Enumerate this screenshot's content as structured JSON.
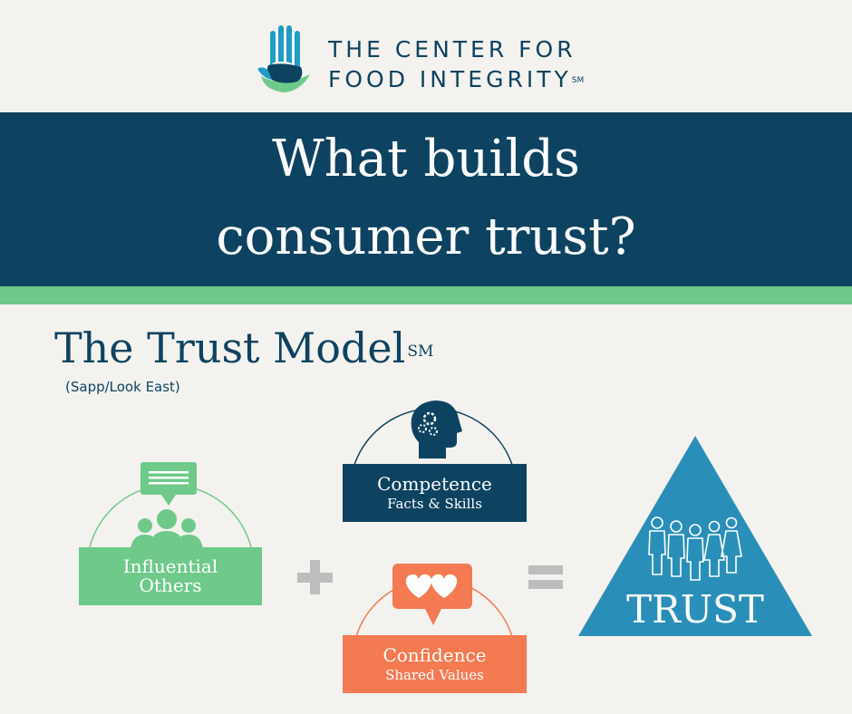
{
  "logo": {
    "line1": "THE CENTER FOR",
    "line2": "FOOD INTEGRITY",
    "mark": "SM",
    "icon": "hand-leaf-icon"
  },
  "banner": {
    "line1": "What builds",
    "line2": "consumer trust?"
  },
  "model": {
    "title": "The Trust Model",
    "mark": "SM",
    "source": "(Sapp/Look East)"
  },
  "elements": {
    "competence": {
      "title": "Competence",
      "subtitle": "Facts & Skills",
      "icon": "head-gears-icon",
      "color": "#0d4360"
    },
    "confidence": {
      "title": "Confidence",
      "subtitle": "Shared Values",
      "icon": "hearts-speech-bubble-icon",
      "color": "#f47a52"
    },
    "influential": {
      "line1": "Influential",
      "line2": "Others",
      "icon": "group-speech-bubble-icon",
      "color": "#6ec98a"
    }
  },
  "operators": {
    "plus_icon": "plus-icon",
    "equals_icon": "equals-icon"
  },
  "trust": {
    "label": "TRUST",
    "icon": "people-group-icon",
    "color": "#2a8fb8"
  },
  "colors": {
    "navy": "#0d4360",
    "green": "#6ec98a",
    "orange": "#f47a52",
    "blue": "#2a8fb8",
    "background": "#f4f2ee",
    "gray": "#bdbdbd"
  }
}
